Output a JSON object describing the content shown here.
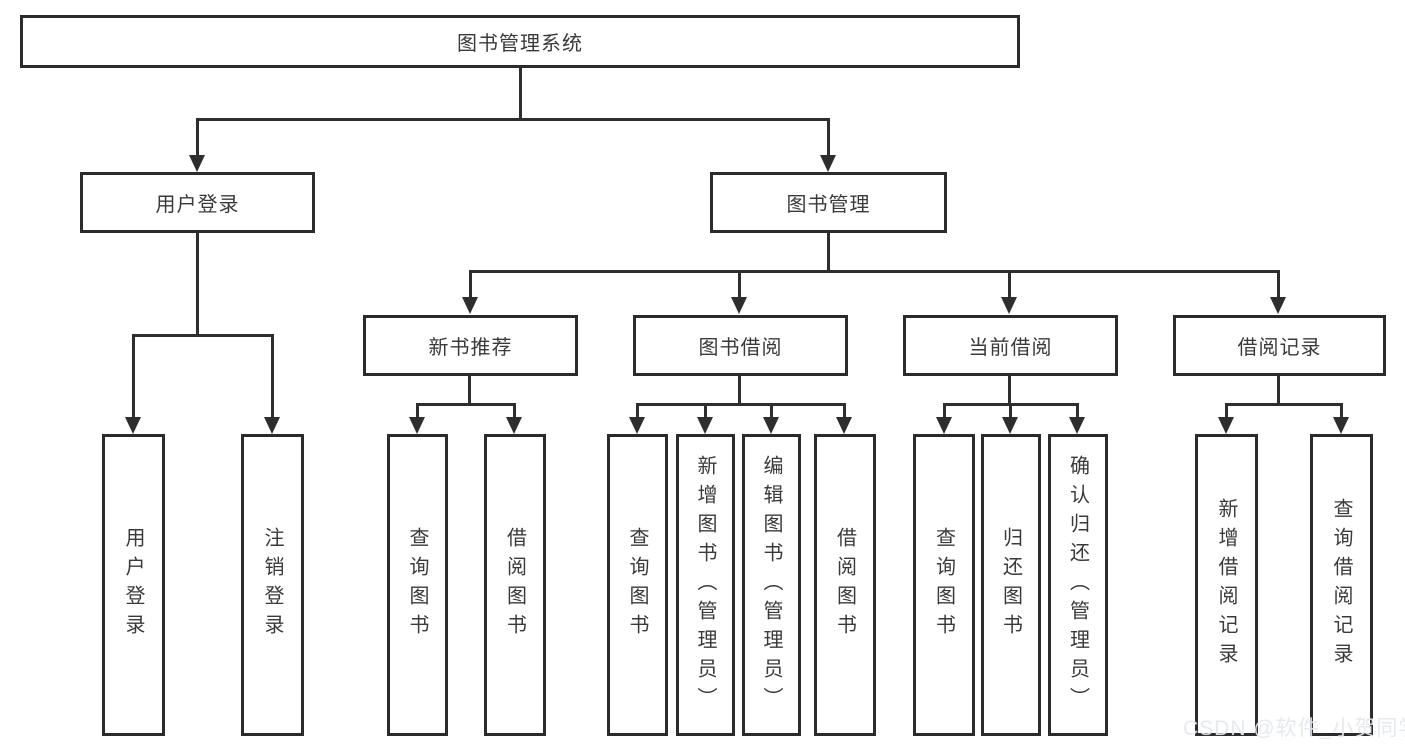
{
  "diagram": {
    "root": {
      "label": "图书管理系统"
    },
    "level2": [
      {
        "label": "用户登录"
      },
      {
        "label": "图书管理"
      }
    ],
    "level3": [
      {
        "label": "新书推荐",
        "parent": "图书管理"
      },
      {
        "label": "图书借阅",
        "parent": "图书管理"
      },
      {
        "label": "当前借阅",
        "parent": "图书管理"
      },
      {
        "label": "借阅记录",
        "parent": "图书管理"
      }
    ],
    "leaves": [
      {
        "label": "用户登录",
        "parent": "用户登录"
      },
      {
        "label": "注销登录",
        "parent": "用户登录"
      },
      {
        "label": "查询图书",
        "parent": "新书推荐"
      },
      {
        "label": "借阅图书",
        "parent": "新书推荐"
      },
      {
        "label": "查询图书",
        "parent": "图书借阅"
      },
      {
        "label": "新增图书（管理员）",
        "parent": "图书借阅"
      },
      {
        "label": "编辑图书（管理员）",
        "parent": "图书借阅"
      },
      {
        "label": "借阅图书",
        "parent": "图书借阅"
      },
      {
        "label": "查询图书",
        "parent": "当前借阅"
      },
      {
        "label": "归还图书",
        "parent": "当前借阅"
      },
      {
        "label": "确认归还（管理员）",
        "parent": "当前借阅"
      },
      {
        "label": "新增借阅记录",
        "parent": "借阅记录"
      },
      {
        "label": "查询借阅记录",
        "parent": "借阅记录"
      }
    ],
    "colors": {
      "line": "#2e2e2e",
      "box_border": "#2b2b2b",
      "text": "#3a3a3a",
      "background": "#ffffff"
    }
  },
  "watermark": {
    "text": "CSDN @软件_小贺同学"
  }
}
